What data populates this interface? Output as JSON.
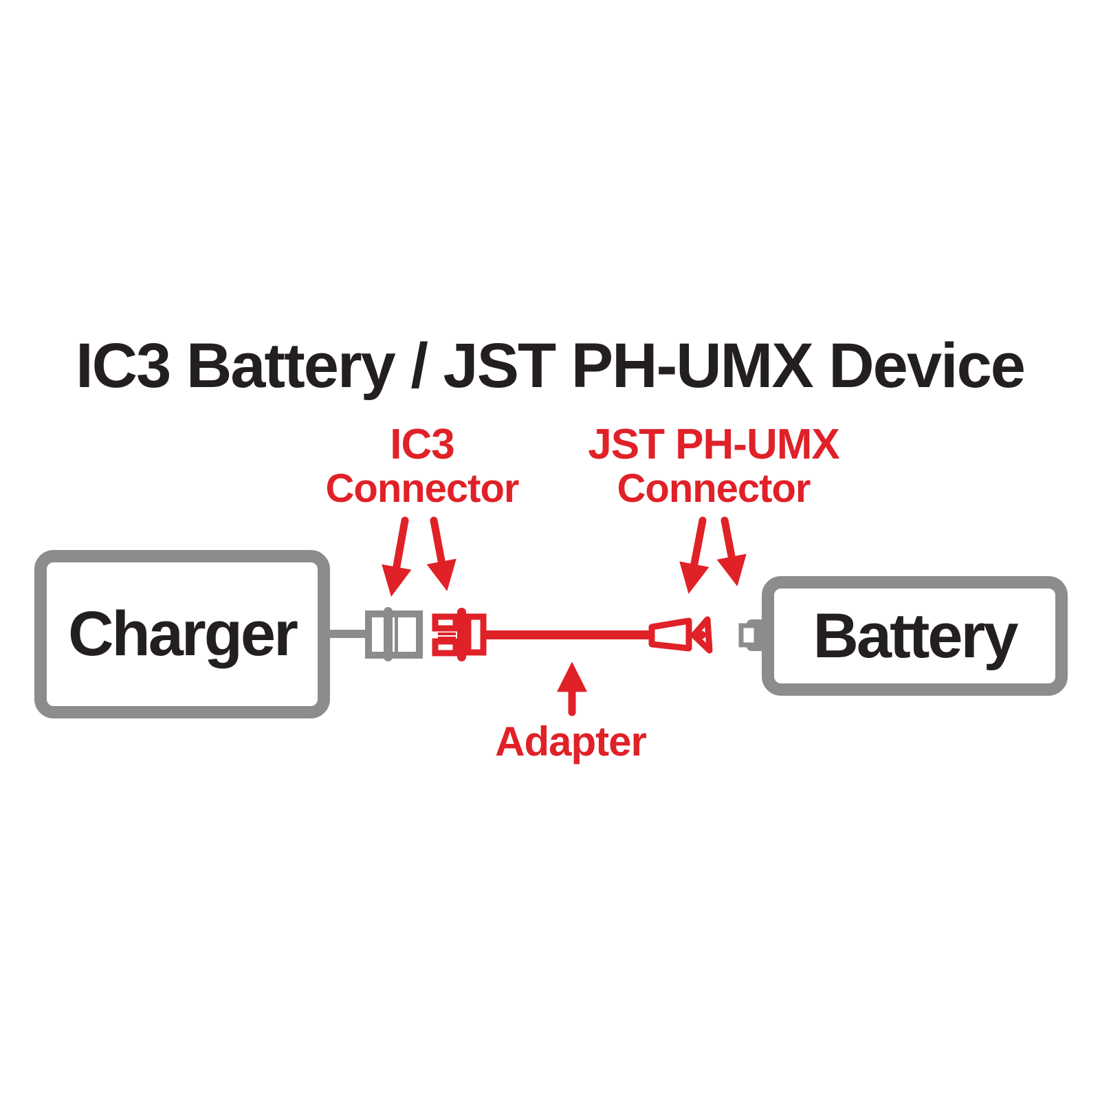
{
  "title": "IC3 Battery / JST PH-UMX Device",
  "colors": {
    "red": "#E02128",
    "gray": "#8A8C8E",
    "text": "#231F20",
    "background": "#FFFFFF"
  },
  "labels": {
    "ic3_connector": {
      "line1": "IC3",
      "line2": "Connector"
    },
    "jst_connector": {
      "line1": "JST PH-UMX",
      "line2": "Connector"
    },
    "adapter": "Adapter"
  },
  "devices": {
    "charger": "Charger",
    "battery": "Battery"
  },
  "icons": {
    "pointer_arrow": "red-arrow-icon",
    "cable": "adapter-cable-icon"
  }
}
